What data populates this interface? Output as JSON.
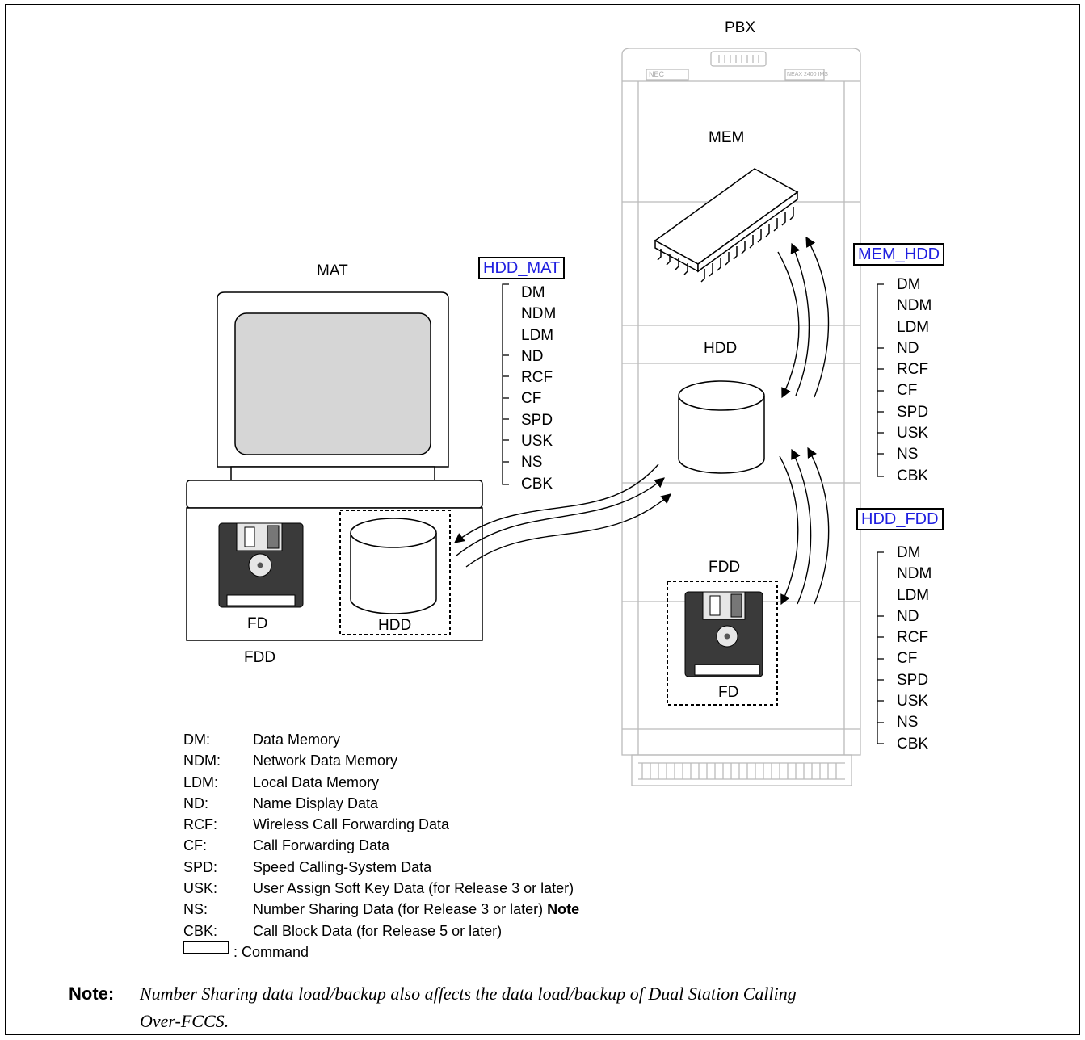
{
  "labels": {
    "pbx": "PBX",
    "mem": "MEM",
    "hdd_pbx": "HDD",
    "fdd_pbx": "FDD",
    "fd_pbx": "FD",
    "mat": "MAT",
    "fd_mat": "FD",
    "hdd_mat": "HDD",
    "fdd_mat": "FDD",
    "nec": "NEC",
    "neax": "NEAX 2400 IMS"
  },
  "commands": {
    "hdd_mat": "HDD_MAT",
    "mem_hdd": "MEM_HDD",
    "hdd_fdd": "HDD_FDD"
  },
  "data_list": [
    "DM",
    "NDM",
    "LDM",
    "ND",
    "RCF",
    "CF",
    "SPD",
    "USK",
    "NS",
    "CBK"
  ],
  "legend": [
    {
      "abbr": "DM:",
      "desc": "Data Memory"
    },
    {
      "abbr": "NDM:",
      "desc": "Network Data Memory"
    },
    {
      "abbr": "LDM:",
      "desc": "Local Data Memory"
    },
    {
      "abbr": "ND:",
      "desc": "Name Display Data"
    },
    {
      "abbr": "RCF:",
      "desc": "Wireless Call Forwarding Data"
    },
    {
      "abbr": "CF:",
      "desc": "Call Forwarding Data"
    },
    {
      "abbr": "SPD:",
      "desc": "Speed Calling-System Data"
    },
    {
      "abbr": "USK:",
      "desc": "User Assign Soft Key Data  (for Release 3 or later)"
    },
    {
      "abbr": "NS:",
      "desc": "Number Sharing Data  (for Release 3 or later)",
      "bold": "Note"
    },
    {
      "abbr": "CBK:",
      "desc": "Call Block Data  (for Release 5 or later)"
    }
  ],
  "legend_command": ":  Command",
  "note": {
    "label": "Note:",
    "line1": "Number Sharing data load/backup also affects the data load/backup of Dual Station Calling",
    "line2": "Over-FCCS."
  }
}
